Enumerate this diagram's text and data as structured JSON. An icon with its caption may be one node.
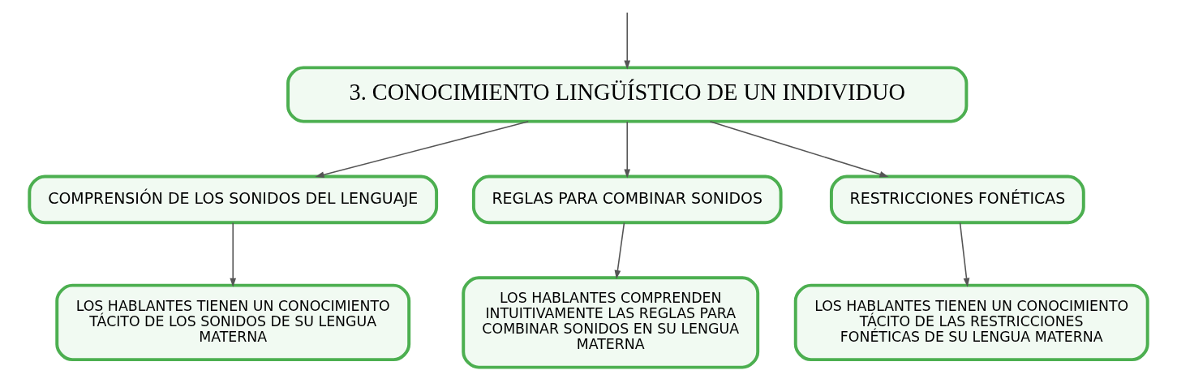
{
  "diagram": {
    "nodes": [
      {
        "text": [
          "3. CONOCIMIENTO LINGÜÍSTICO DE UN INDIVIDUO"
        ]
      },
      {
        "text": [
          "COMPRENSIÓN DE LOS SONIDOS DEL LENGUAJE"
        ]
      },
      {
        "text": [
          "REGLAS PARA COMBINAR SONIDOS"
        ]
      },
      {
        "text": [
          "RESTRICCIONES FONÉTICAS"
        ]
      },
      {
        "text": [
          "LOS HABLANTES TIENEN UN CONOCIMIENTO TÁCITO DE LOS SONIDOS DE SU LENGUA MATERNA"
        ]
      },
      {
        "text": [
          "LOS HABLANTES COMPRENDEN INTUITIVAMENTE LAS REGLAS PARA COMBINAR SONIDOS EN SU LENGUA MATERNA"
        ]
      },
      {
        "text": [
          "LOS HABLANTES TIENEN UN CONOCIMIENTO TÁCITO DE LAS RESTRICCIONES FONÉTICAS DE SU LENGUA MATERNA"
        ]
      }
    ],
    "edges": [
      {
        "from": null,
        "to": 0,
        "arrow": "to"
      },
      {
        "from": 0,
        "to": 1,
        "arrow": "to"
      },
      {
        "from": 0,
        "to": 2,
        "arrow": "to"
      },
      {
        "from": 0,
        "to": 3,
        "arrow": "to"
      },
      {
        "from": 1,
        "to": 4,
        "arrow": "to"
      },
      {
        "from": 2,
        "to": 5,
        "arrow": "to"
      },
      {
        "from": 3,
        "to": 6,
        "arrow": "to"
      }
    ]
  }
}
